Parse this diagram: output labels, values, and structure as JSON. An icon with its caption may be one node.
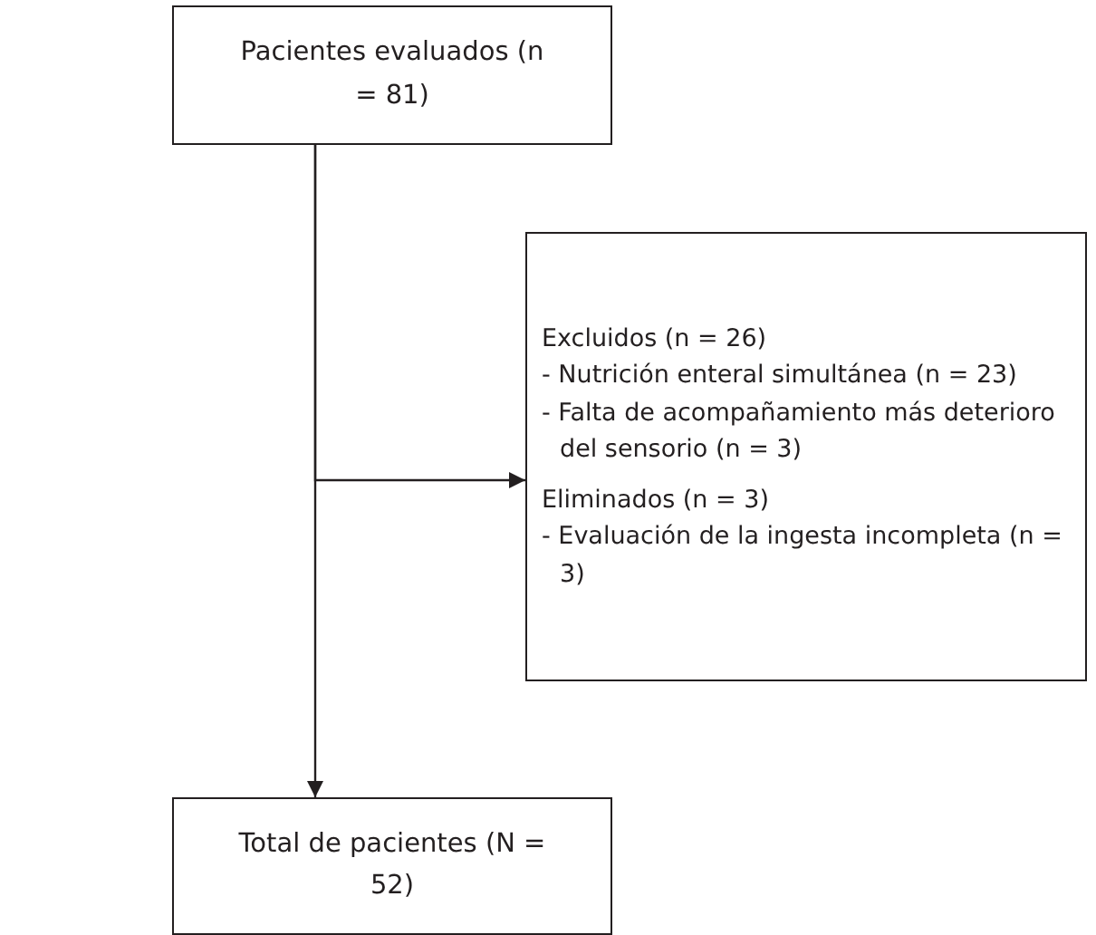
{
  "diagram": {
    "nodes": [
      {
        "text": [
          "Pacientes evaluados (n = 81)"
        ]
      },
      {
        "text": [
          "Excluidos (n = 26)",
          "- Nutrición enteral simultánea (n = 23)",
          "- Falta de acompañamiento más deterioro del sensorio (n = 3)",
          "Eliminados (n = 3)",
          "- Evaluación de la ingesta incompleta (n = 3)"
        ]
      },
      {
        "text": [
          "Total de pacientes (N = 52)"
        ]
      }
    ],
    "edges": [
      {
        "from": 0,
        "to": 2,
        "arrow": "to"
      },
      {
        "from": 0,
        "to": 1,
        "arrow": "to"
      }
    ]
  }
}
